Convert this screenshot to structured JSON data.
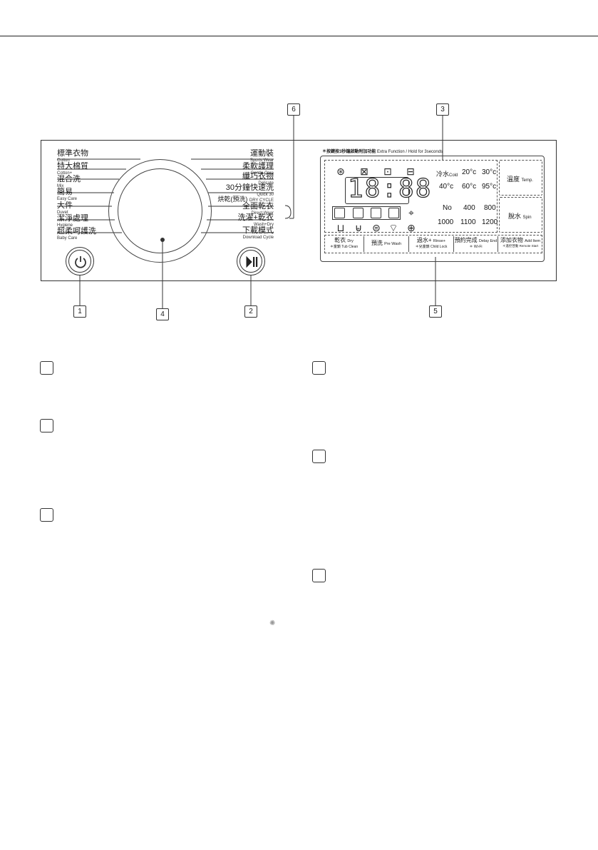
{
  "callouts": {
    "c1": "1",
    "c2": "2",
    "c3": "3",
    "c4": "4",
    "c5": "5",
    "c6": "6"
  },
  "programs_left": [
    {
      "zh": "標準衣物",
      "en": "Cotton"
    },
    {
      "zh": "特大棉質",
      "en": "Cotton+"
    },
    {
      "zh": "混合洗",
      "en": "Mix"
    },
    {
      "zh": "簡易",
      "en": "Easy Care"
    },
    {
      "zh": "大件",
      "en": "Duvet"
    },
    {
      "zh": "潔淨處理",
      "en": "Hygiene"
    },
    {
      "zh": "超柔呵護洗",
      "en": "Baby Care"
    }
  ],
  "programs_right": [
    {
      "zh": "運動裝",
      "en": "Sports Wear"
    },
    {
      "zh": "柔軟護理",
      "en": "Gentle Care"
    },
    {
      "zh": "纖巧衣物",
      "en": "Delicate"
    },
    {
      "zh": "30分鐘快速洗",
      "en": "Quick 30"
    },
    {
      "zh": "烘乾(預洗)",
      "en": "DRY CYCLE"
    },
    {
      "zh": "全面乾衣",
      "en": "Direct Wear"
    },
    {
      "zh": "洗濯+乾衣",
      "en": "Wash+Dry"
    },
    {
      "zh": "下載模式",
      "en": "Download Cycle"
    }
  ],
  "display": {
    "extra_note_zh": "＊按鍵按3秒鐘啟動附加功能",
    "extra_note_en": "Extra Function / Hold for 3seconds",
    "time": "18:88",
    "temp_label_zh": "冷水",
    "temp_label_en": "Cold",
    "temps": [
      "20°c",
      "30°c",
      "40°c",
      "60°c",
      "95°c"
    ],
    "spins": [
      "No",
      "400",
      "800",
      "1000",
      "1100",
      "1200"
    ],
    "temp_btn_zh": "溫度",
    "temp_btn_en": "Temp.",
    "spin_btn_zh": "脫水",
    "spin_btn_en": "Spin"
  },
  "options": [
    {
      "zh": "乾衣",
      "en": "Dry",
      "sub_zh": "＊童鎖",
      "sub_en": "Tub Clean"
    },
    {
      "zh": "預洗",
      "en": "Pre Wash",
      "sub_zh": "",
      "sub_en": ""
    },
    {
      "zh": "過水+",
      "en": "Rinse+",
      "sub_zh": "＊兒童鎖",
      "sub_en": "Child Lock"
    },
    {
      "zh": "預約完成",
      "en": "Delay End",
      "sub_zh": "＊",
      "sub_en": "Wi-Fi"
    },
    {
      "zh": "添加衣物",
      "en": "Add Item",
      "sub_zh": "＊遙控啓動",
      "sub_en": "Remote Start"
    }
  ],
  "icons": {
    "row1": [
      "drum-icon",
      "shirt-icon",
      "shirt-steam-icon",
      "shirt-stack-icon"
    ],
    "row2": [
      "wash-icon",
      "rinse-icon",
      "spin-icon",
      "dry-icon",
      "dry-plus-icon",
      "door-lock-icon"
    ],
    "row3": [
      "basin-icon",
      "tub-icon",
      "tub-clean-icon",
      "wifi-icon",
      "smart-diagnosis-icon"
    ]
  },
  "legend_boxes": [
    "",
    "",
    "",
    "",
    "",
    "",
    ""
  ]
}
